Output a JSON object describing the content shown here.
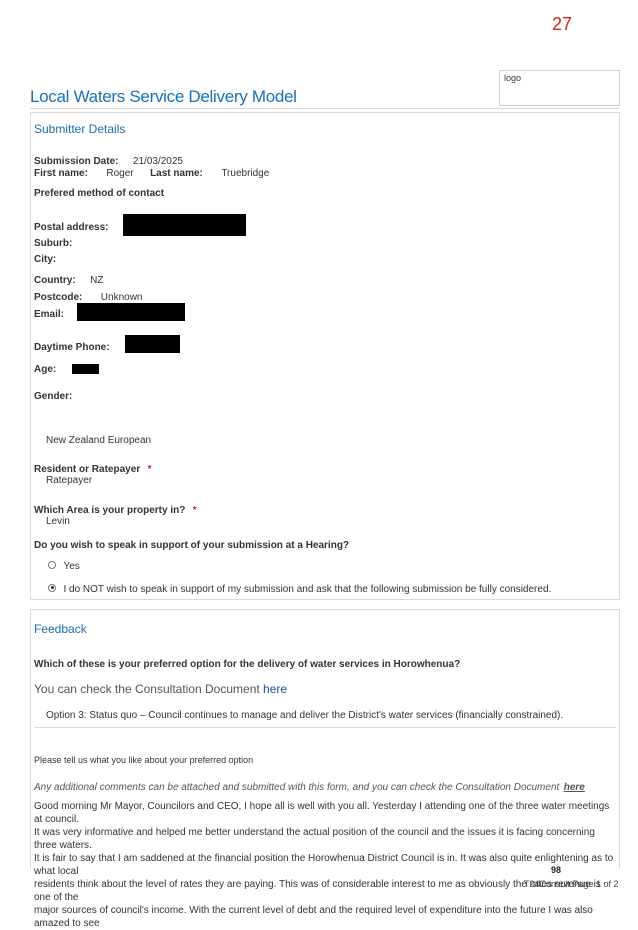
{
  "page_number": "27",
  "logo_text": "logo",
  "title": "Local Waters Service Delivery Model",
  "submitter": {
    "section_title": "Submitter Details",
    "submission_date_label": "Submission Date:",
    "submission_date": "21/03/2025",
    "first_name_label": "First name:",
    "first_name": "Roger",
    "last_name_label": "Last name:",
    "last_name": "Truebridge",
    "preferred_contact_label": "Prefered method of contact",
    "postal_label": "Postal address:",
    "suburb_label": "Suburb:",
    "city_label": "City:",
    "country_label": "Country:",
    "country": "NZ",
    "postcode_label": "Postcode:",
    "postcode": "Unknown",
    "email_label": "Email:",
    "phone_label": "Daytime Phone:",
    "age_label": "Age:",
    "gender_label": "Gender:",
    "ethnicity": "New Zealand European",
    "resident_label": "Resident or Ratepayer",
    "resident_value": "Ratepayer",
    "area_label": "Which Area is your property in?",
    "area_value": "Levin",
    "required_mark": "*",
    "hearing_label": "Do you wish to speak in support of your submission at a Hearing?",
    "hearing_yes": "Yes",
    "hearing_no": "I do NOT wish to speak in support of my submission and ask that the following submission be fully considered."
  },
  "feedback": {
    "section_title": "Feedback",
    "question": "Which of these is your preferred option for the delivery of water services in Horowhenua?",
    "consult_text": "You can check the Consultation Document",
    "consult_link": "here",
    "selected_option": "Option 3: Status quo – Council continues to manage and deliver the District's water services (financially constrained).",
    "like_label": "Please tell us what you like about your preferred option",
    "additional_text": "Any additional comments can be attached and submitted with this form, and you can check the Consultation Document",
    "additional_link": "here",
    "comment_lines": [
      "Good morning Mr Mayor, Councilors and CEO, I hope all is well with you all. Yesterday I attending one of the three water meetings at council.",
      "It was very informative and helped me better understand the actual position of the council and the issues it is facing concerning three waters.",
      "It is fair to say that I am saddened at the financial position the Horowhenua District Council is in. It was also quite enlightening as to what local",
      "residents think about the level of rates they are paying. This was of considerable interest to me as obviously the rates revenue is one of the",
      "major sources of council's income. With the current level of debt and the required level of expenditure into the future I was also amazed to see"
    ]
  },
  "footer": {
    "number": "98",
    "text": "T24Consult  Page 1 of 2"
  }
}
